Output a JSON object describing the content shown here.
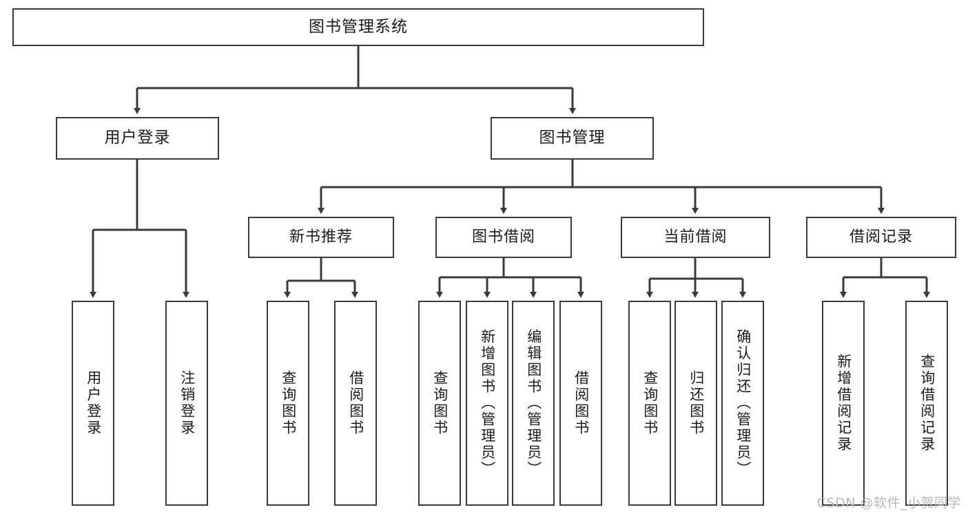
{
  "diagram": {
    "title": "图书管理系统",
    "type": "tree-hierarchy",
    "orientation": "top-down",
    "colors": {
      "box_border": "#3a3a3a",
      "box_fill": "#ffffff",
      "connector": "#3a3a3a",
      "text": "#1b1b1b",
      "watermark": "#b9b9b9",
      "background": "#ffffff"
    },
    "watermark": "CSDN @软件_小贺同学"
  },
  "nodes": {
    "root": {
      "label": "图书管理系统"
    },
    "level2": [
      {
        "label": "用户登录"
      },
      {
        "label": "图书管理"
      }
    ],
    "level3": [
      {
        "label": "新书推荐"
      },
      {
        "label": "图书借阅"
      },
      {
        "label": "当前借阅"
      },
      {
        "label": "借阅记录"
      }
    ],
    "leaves": {
      "user_login": [
        {
          "label": "用户登录"
        },
        {
          "label": "注销登录"
        }
      ],
      "new_book_recommend": [
        {
          "label": "查询图书"
        },
        {
          "label": "借阅图书"
        }
      ],
      "book_borrow": [
        {
          "label": "查询图书"
        },
        {
          "label": "新增图书（管理员）"
        },
        {
          "label": "编辑图书（管理员）"
        },
        {
          "label": "借阅图书"
        }
      ],
      "current_borrow": [
        {
          "label": "查询图书"
        },
        {
          "label": "归还图书"
        },
        {
          "label": "确认归还（管理员）"
        }
      ],
      "borrow_record": [
        {
          "label": "新增借阅记录"
        },
        {
          "label": "查询借阅记录"
        }
      ]
    }
  }
}
